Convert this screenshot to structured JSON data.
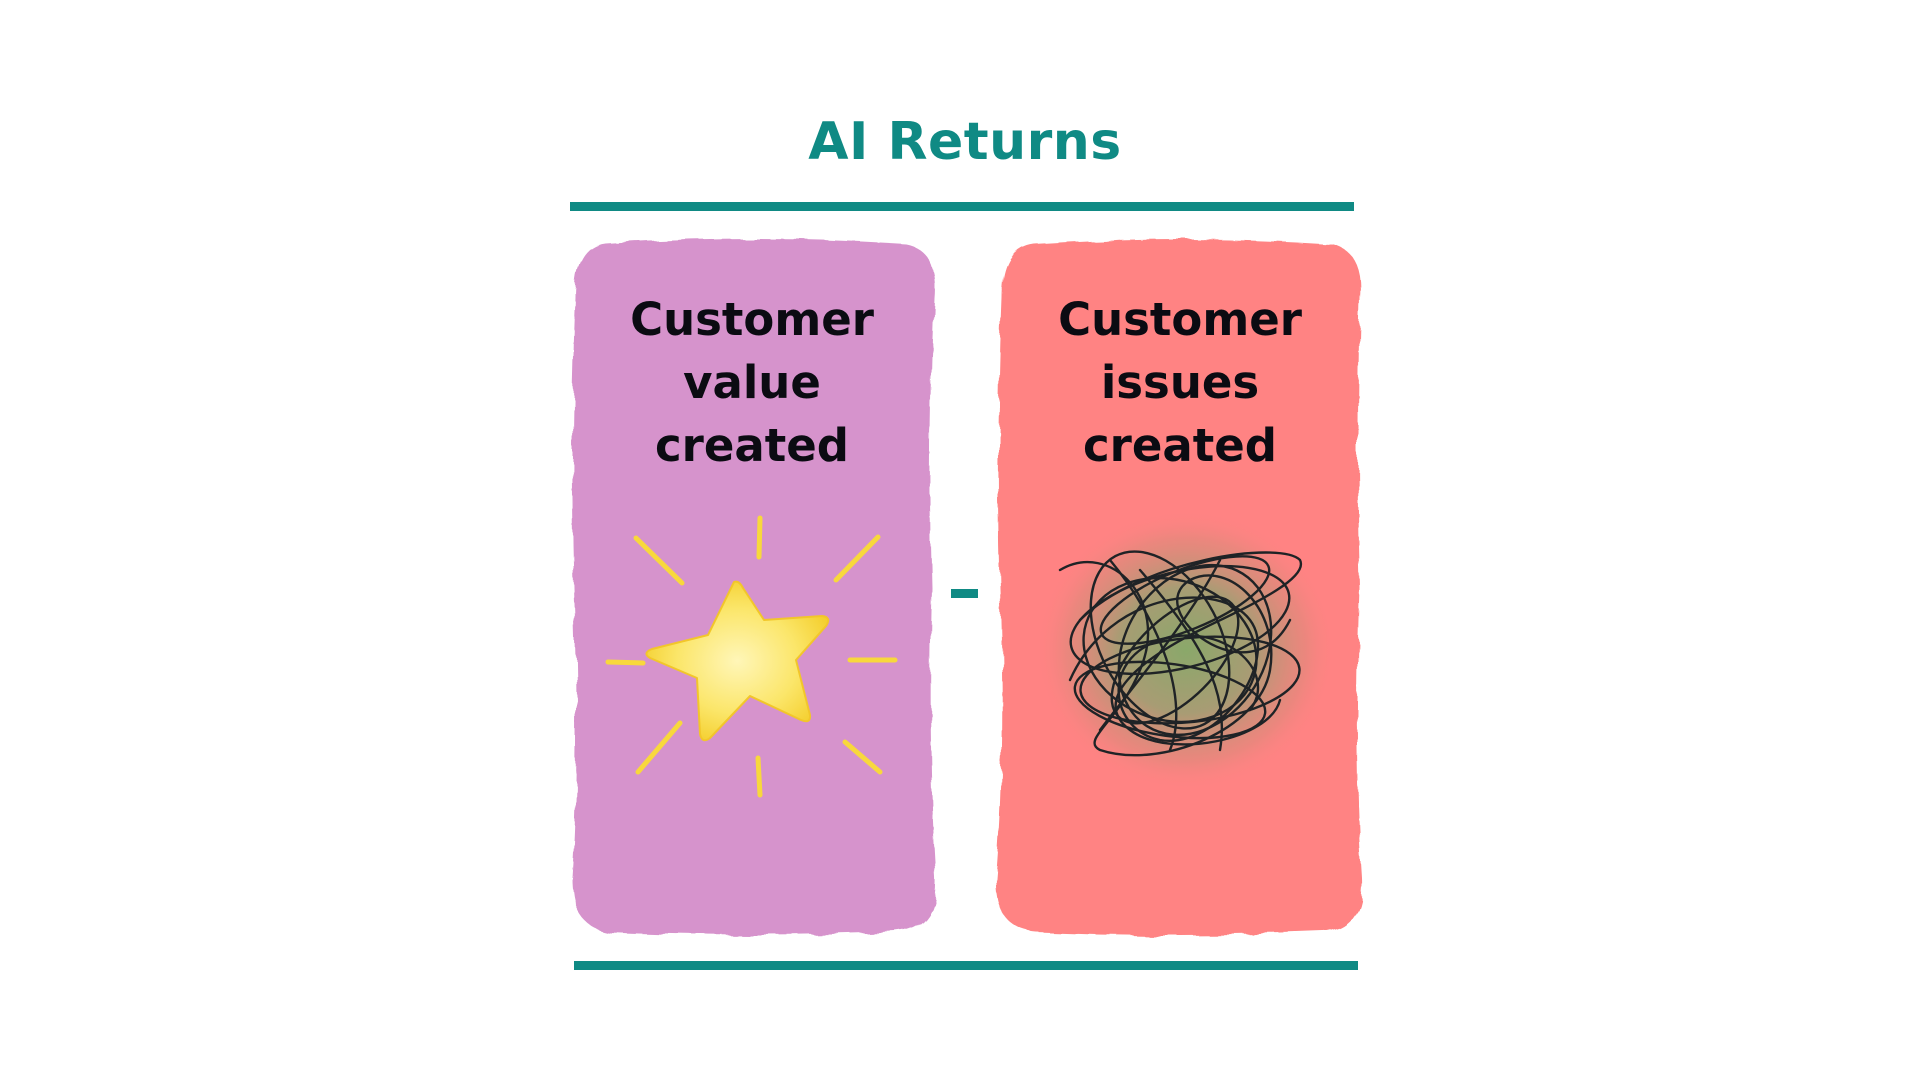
{
  "title": "AI Returns",
  "left_card": {
    "lines": [
      "Customer",
      "value",
      "created"
    ],
    "color": "#d693cc",
    "icon": "star-icon"
  },
  "operator": "-",
  "right_card": {
    "lines": [
      "Customer",
      "issues",
      "created"
    ],
    "color": "#ff8383",
    "icon": "scribble-icon"
  },
  "accent_color": "#0f8a84"
}
